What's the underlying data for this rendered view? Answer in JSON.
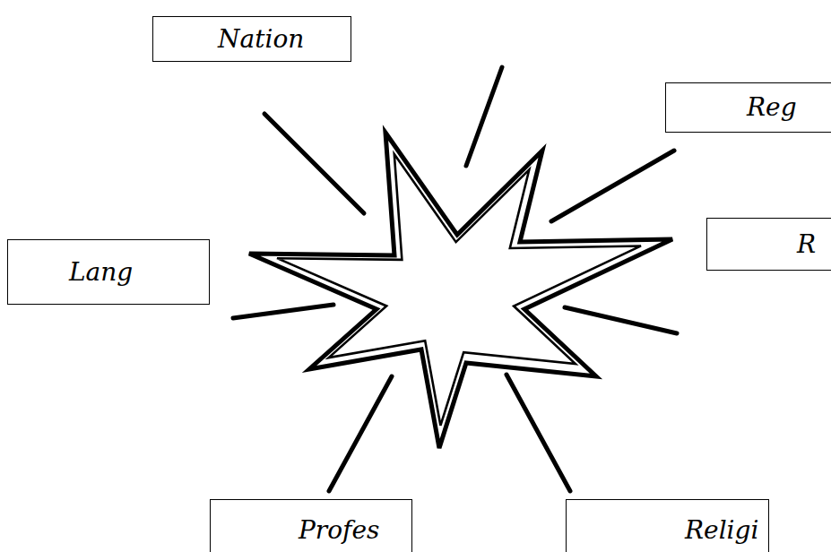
{
  "diagram": {
    "nodes": [
      {
        "text": [
          "Nation"
        ]
      },
      {
        "text": [
          "Reg"
        ]
      },
      {
        "text": [
          "R"
        ]
      },
      {
        "text": [
          "Lang"
        ]
      },
      {
        "text": [
          "Profes"
        ]
      },
      {
        "text": [
          "Religi"
        ]
      }
    ]
  }
}
